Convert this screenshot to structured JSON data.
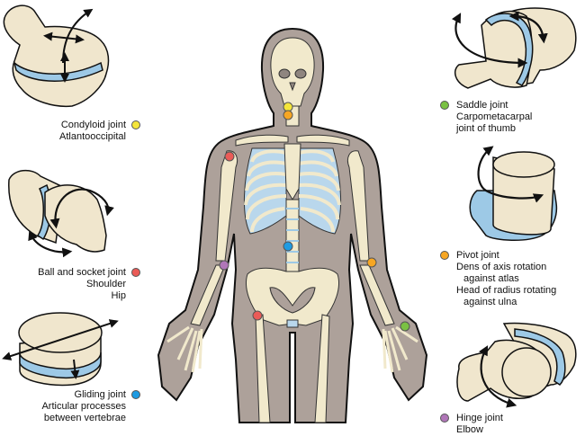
{
  "title": "Types of synovial joints",
  "colors": {
    "skin": "#ada19a",
    "bone": "#f1e9cc",
    "cartilage": "#b9d7ec",
    "outline": "#111111",
    "joint_fill": "#f0e6cd",
    "joint_band": "#9dc9e6"
  },
  "joints": [
    {
      "id": "condyloid",
      "name": "Condyloid joint",
      "examples": [
        "Atlantooccipital"
      ],
      "dot_color": "#f4e53a",
      "side": "left"
    },
    {
      "id": "ball_socket",
      "name": "Ball and socket joint",
      "examples": [
        "Shoulder",
        "Hip"
      ],
      "dot_color": "#ea5b57",
      "side": "left"
    },
    {
      "id": "gliding",
      "name": "Gliding joint",
      "examples": [
        "Articular processes",
        "between vertebrae"
      ],
      "dot_color": "#1e9be2",
      "side": "left"
    },
    {
      "id": "saddle",
      "name": "Saddle joint",
      "examples": [
        "Carpometacarpal",
        "joint of thumb"
      ],
      "dot_color": "#7ac143",
      "side": "right"
    },
    {
      "id": "pivot",
      "name": "Pivot joint",
      "examples": [
        "Dens of axis rotation",
        "against atlas",
        "Head of radius rotating",
        "against ulna"
      ],
      "dot_color": "#f6a623",
      "side": "right"
    },
    {
      "id": "hinge",
      "name": "Hinge joint",
      "examples": [
        "Elbow"
      ],
      "dot_color": "#b076b8",
      "side": "right"
    }
  ]
}
